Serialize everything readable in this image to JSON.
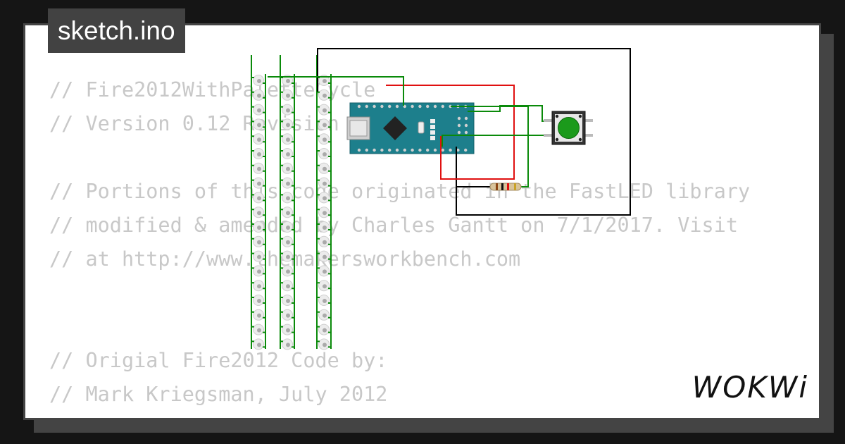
{
  "tab": {
    "title": "sketch.ino"
  },
  "code_lines": [
    "// Fire2012WithPaletteCycle",
    "// Version 0.12 Revision",
    "",
    "// Portions of this code originated in the FastLED library",
    "// modified & amended by Charles Gantt on 7/1/2017. Visit",
    "// at http://www.themakersworkbench.com",
    "",
    "",
    "// Origial Fire2012 Code by:",
    "// Mark Kriegsman, July 2012"
  ],
  "brand": {
    "logo": "WOKWi"
  },
  "colors": {
    "wire_green": "#0a8a0a",
    "wire_red": "#e01010",
    "wire_black": "#000000",
    "board_teal": "#1d7f8c",
    "button_green": "#1b9a1b",
    "code_gray": "#c8c8c8"
  },
  "icons": {
    "led": "led-icon",
    "board": "arduino-nano-icon",
    "button": "push-button-icon",
    "resistor": "resistor-icon"
  },
  "led_strips": 3
}
